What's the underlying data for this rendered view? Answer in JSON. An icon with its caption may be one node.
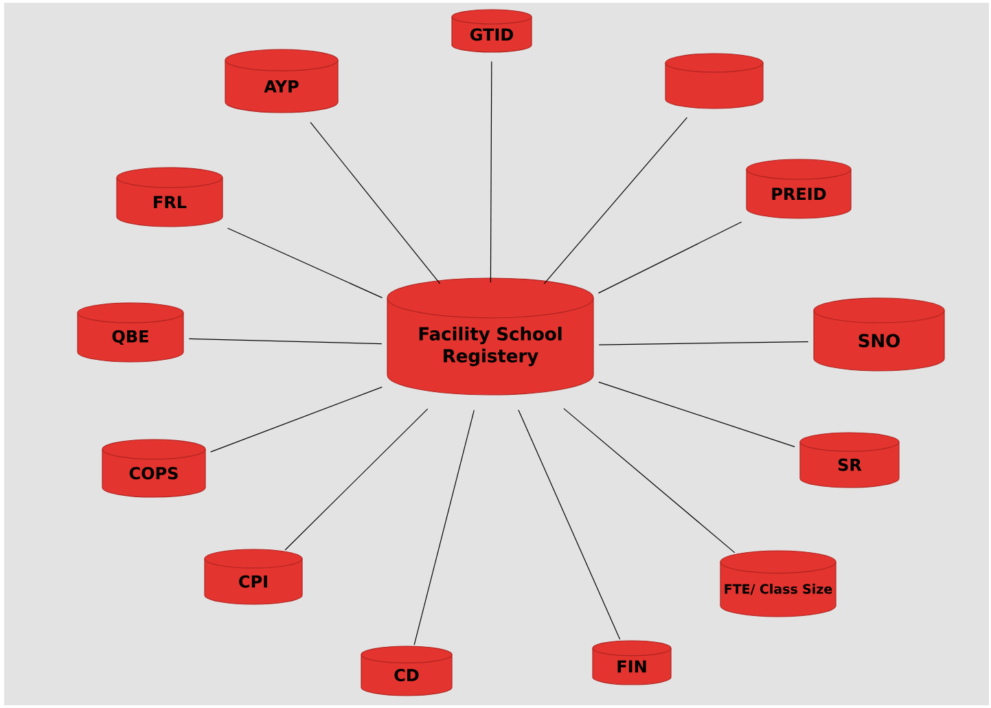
{
  "diagram": {
    "nodes": [
      {
        "text": [
          "Facility School Registery"
        ]
      },
      {
        "text": [
          "GTID"
        ]
      },
      {
        "text": [
          "AYP"
        ]
      },
      {
        "text": [],
        "shape": "cylinder"
      },
      {
        "text": [
          "FRL"
        ]
      },
      {
        "text": [
          "PREID"
        ]
      },
      {
        "text": [
          "QBE"
        ]
      },
      {
        "text": [
          "SNO"
        ]
      },
      {
        "text": [
          "COPS"
        ]
      },
      {
        "text": [
          "SR"
        ]
      },
      {
        "text": [
          "CPI"
        ]
      },
      {
        "text": [
          "FTE/ Class Size"
        ]
      },
      {
        "text": [
          "CD"
        ]
      },
      {
        "text": [
          "FIN"
        ]
      }
    ],
    "edges": [
      {
        "from": 0,
        "to": 1,
        "arrow": "none"
      },
      {
        "from": 0,
        "to": 2,
        "arrow": "none"
      },
      {
        "from": 0,
        "to": 3,
        "arrow": "none"
      },
      {
        "from": 0,
        "to": 4,
        "arrow": "none"
      },
      {
        "from": 0,
        "to": 5,
        "arrow": "none"
      },
      {
        "from": 0,
        "to": 6,
        "arrow": "none"
      },
      {
        "from": 0,
        "to": 7,
        "arrow": "none"
      },
      {
        "from": 0,
        "to": 8,
        "arrow": "none"
      },
      {
        "from": 0,
        "to": 9,
        "arrow": "none"
      },
      {
        "from": 0,
        "to": 10,
        "arrow": "none"
      },
      {
        "from": 0,
        "to": 11,
        "arrow": "none"
      },
      {
        "from": 0,
        "to": 12,
        "arrow": "none"
      },
      {
        "from": 0,
        "to": 13,
        "arrow": "none"
      }
    ]
  }
}
